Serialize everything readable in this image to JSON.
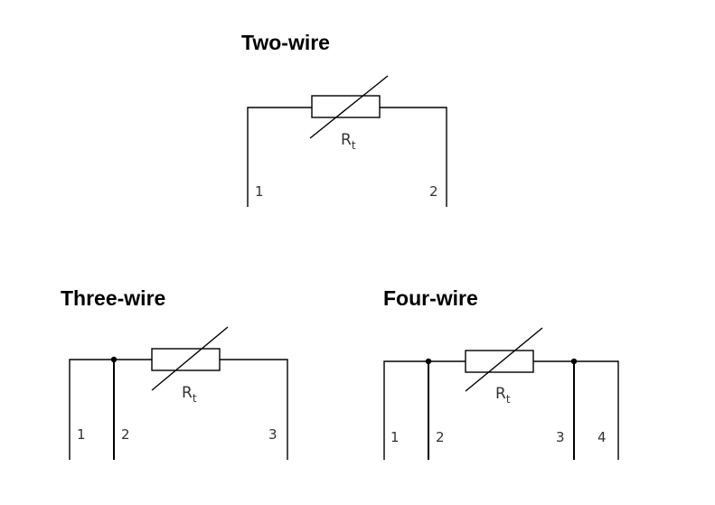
{
  "two_wire": {
    "title": "Two-wire",
    "resistor": {
      "symbol": "R",
      "subscript": "t"
    },
    "terminals": [
      "1",
      "2"
    ]
  },
  "three_wire": {
    "title": "Three-wire",
    "resistor": {
      "symbol": "R",
      "subscript": "t"
    },
    "terminals": [
      "1",
      "2",
      "3"
    ]
  },
  "four_wire": {
    "title": "Four-wire",
    "resistor": {
      "symbol": "R",
      "subscript": "t"
    },
    "terminals": [
      "1",
      "2",
      "3",
      "4"
    ]
  }
}
